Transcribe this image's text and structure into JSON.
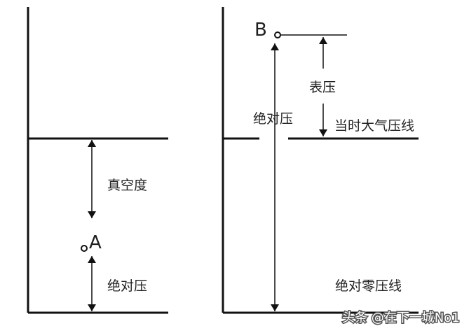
{
  "left_panel": {
    "point_label": "A",
    "vacuum_label": "真空度",
    "absolute_pressure_label": "绝对压"
  },
  "right_panel": {
    "point_label": "B",
    "gauge_pressure_label": "表压",
    "absolute_pressure_label": "绝对压",
    "atmospheric_line_label": "当时大气压线",
    "absolute_zero_line_label": "绝对零压线"
  },
  "watermark": {
    "text": "头条 @在下一城No1"
  },
  "colors": {
    "line": "#111111",
    "text": "#222222"
  }
}
